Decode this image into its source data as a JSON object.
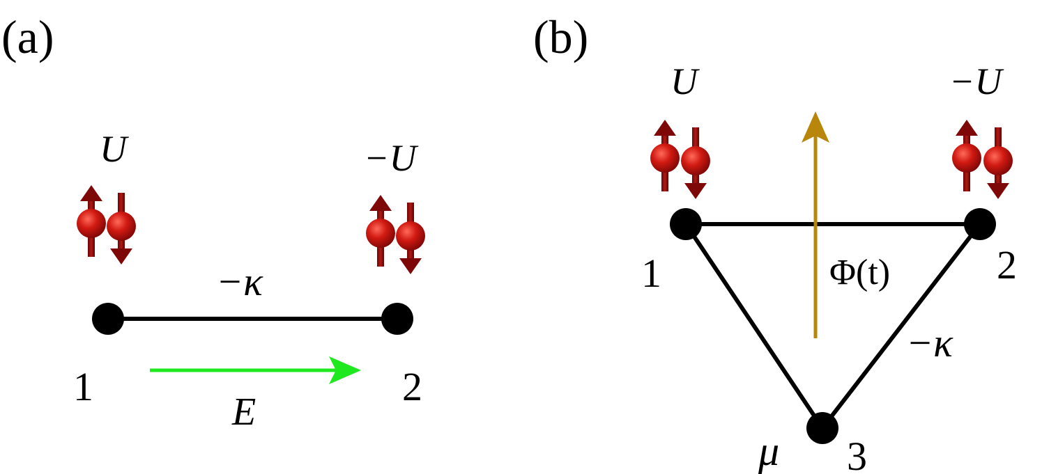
{
  "panel_a": {
    "label": "(a)",
    "site1_label": "1",
    "site2_label": "2",
    "site1_energy": "U",
    "site2_energy": "−U",
    "hopping": "−κ",
    "field": "E",
    "field_color": "#1ee81e"
  },
  "panel_b": {
    "label": "(b)",
    "site1_label": "1",
    "site2_label": "2",
    "site3_label": "3",
    "site1_energy": "U",
    "site2_energy": "−U",
    "site3_potential": "μ",
    "hopping": "−κ",
    "flux": "Φ(t)",
    "flux_color": "#b8860b"
  },
  "colors": {
    "sphere": "#cc1111",
    "arrow": "#8b0b0b",
    "bond": "#000000"
  },
  "icons": [
    "spin-up-icon",
    "spin-down-icon"
  ]
}
